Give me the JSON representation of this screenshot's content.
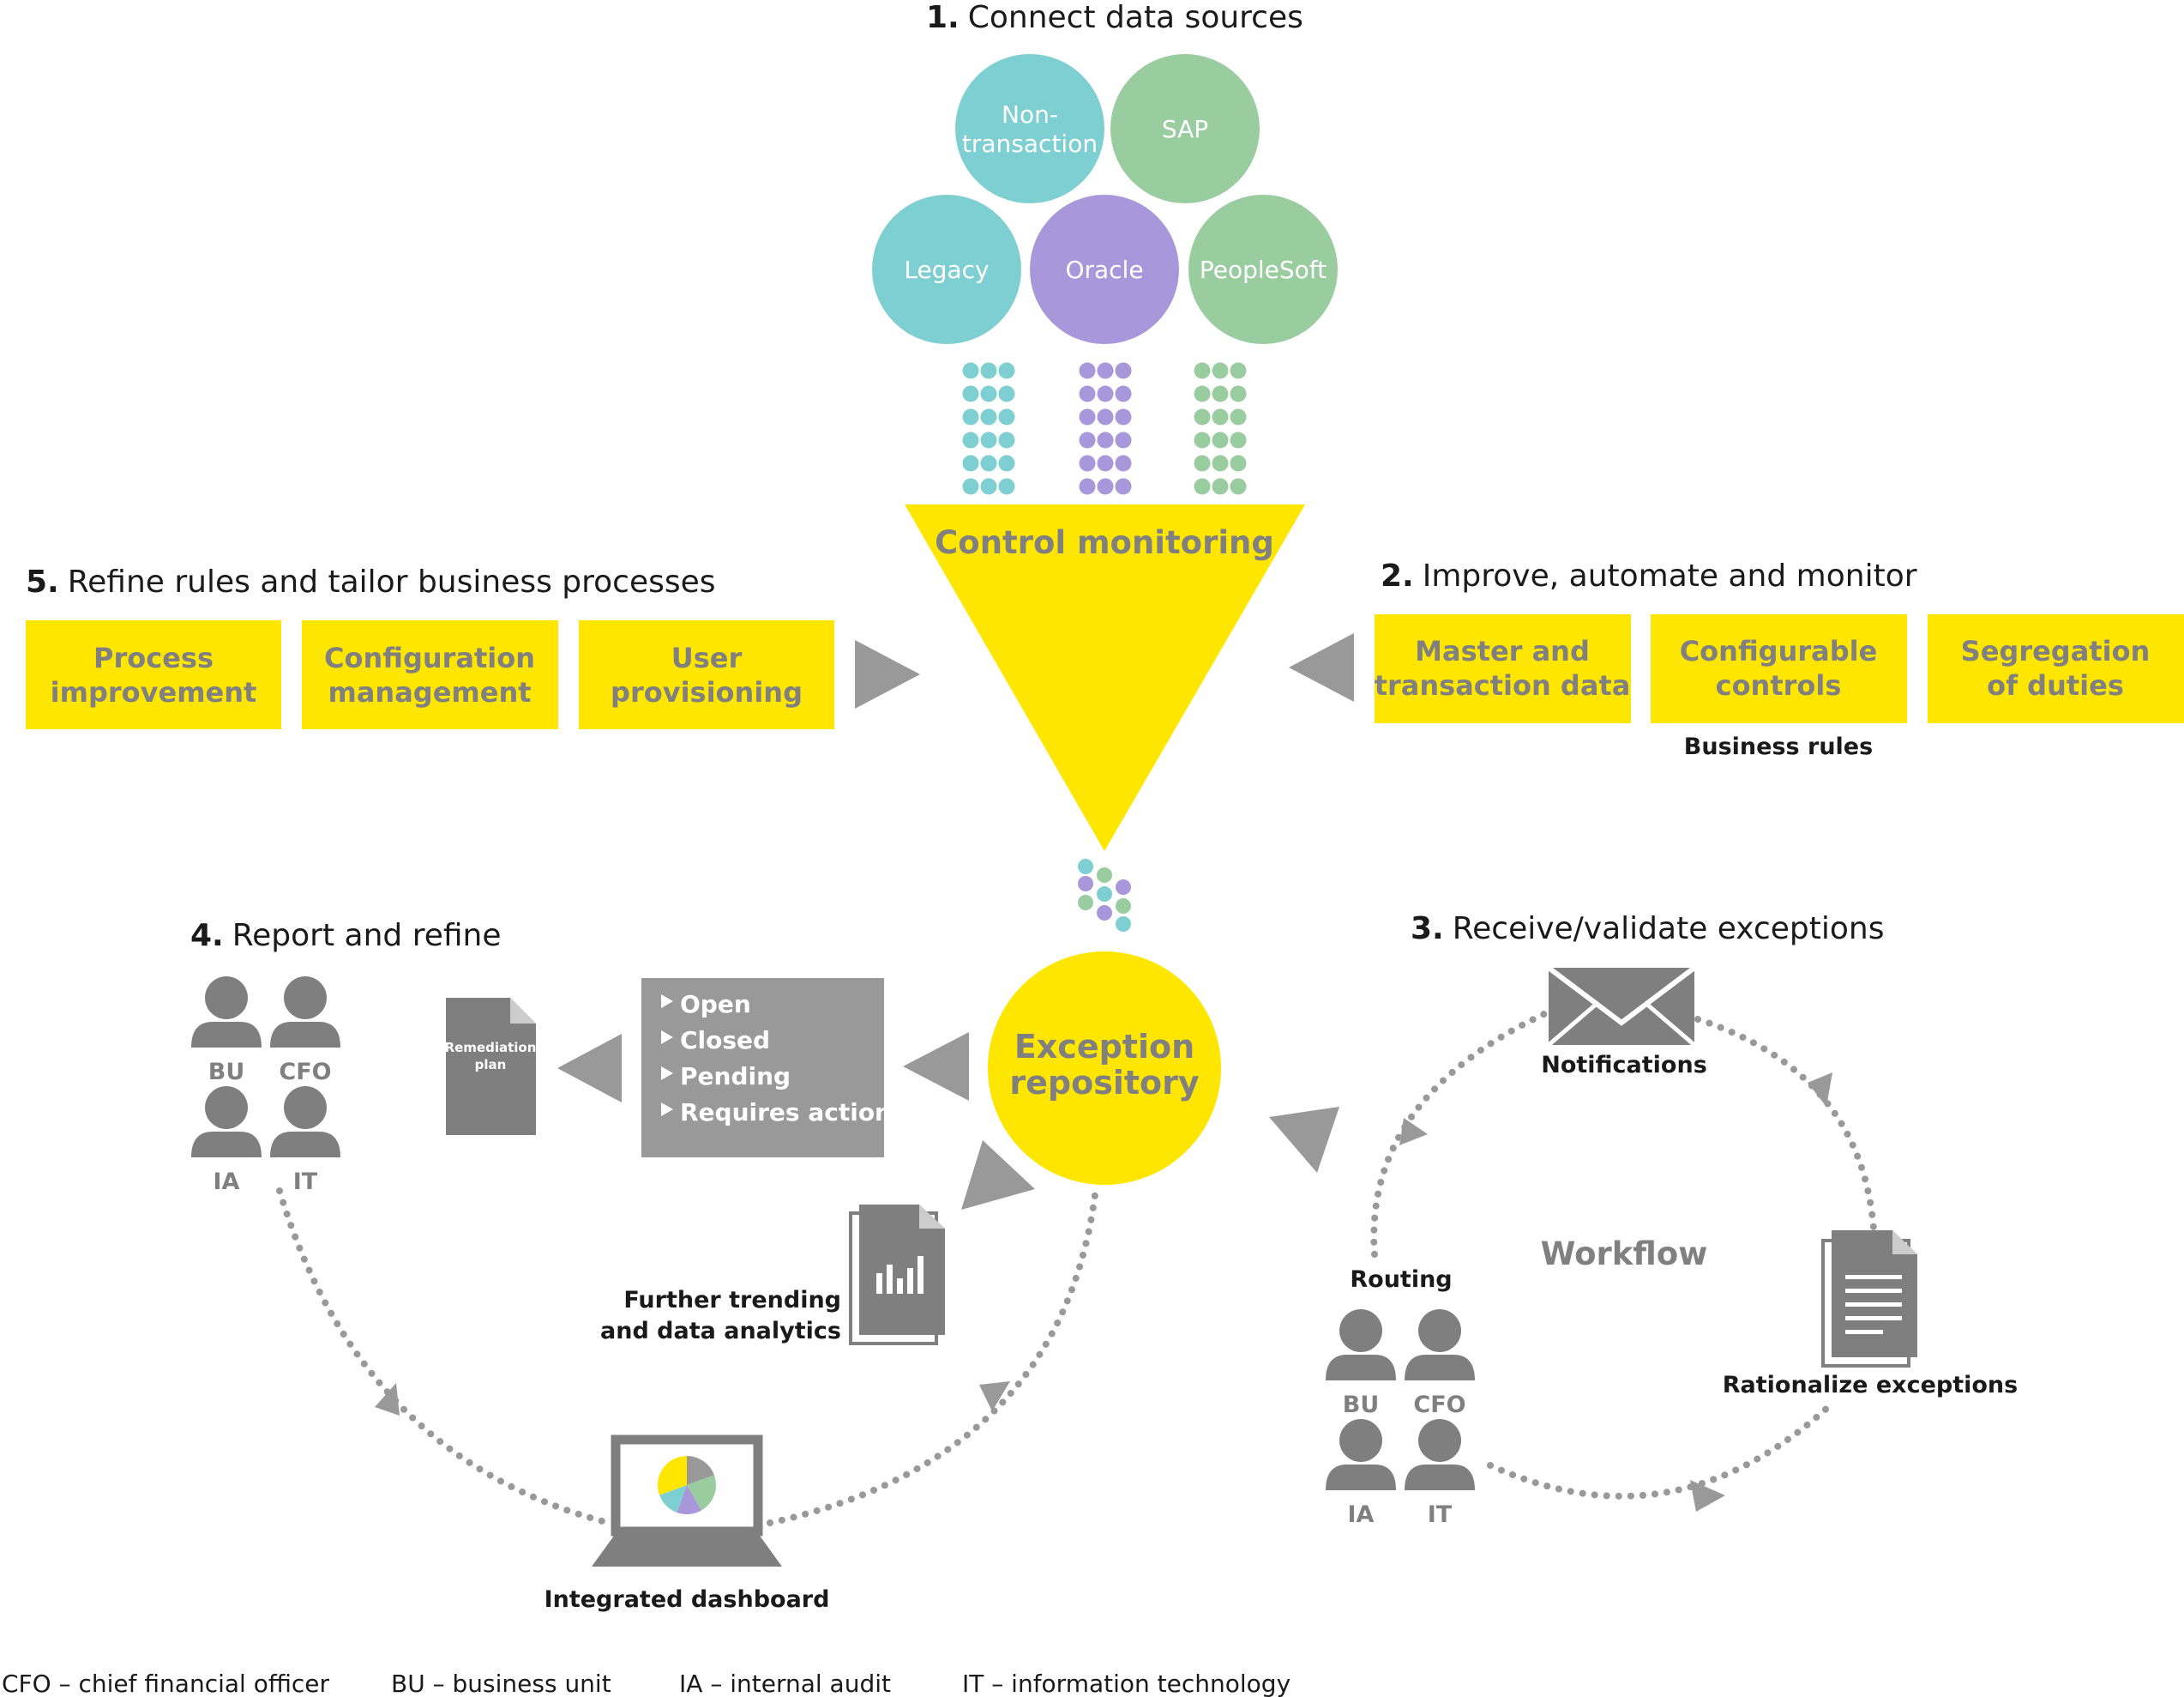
{
  "steps": {
    "s1": {
      "num": "1.",
      "text": "Connect data sources"
    },
    "s2": {
      "num": "2.",
      "text": "Improve, automate and monitor"
    },
    "s3": {
      "num": "3.",
      "text": "Receive/validate exceptions"
    },
    "s4": {
      "num": "4.",
      "text": "Report and refine"
    },
    "s5": {
      "num": "5.",
      "text": "Refine rules and tailor business processes"
    }
  },
  "sources": [
    {
      "lines": [
        "Non-",
        "transaction"
      ],
      "color": "#7ecfd2"
    },
    {
      "lines": [
        "SAP"
      ],
      "color": "#99cc9f"
    },
    {
      "lines": [
        "Legacy"
      ],
      "color": "#7ecfd2"
    },
    {
      "lines": [
        "Oracle"
      ],
      "color": "#a997db"
    },
    {
      "lines": [
        "PeopleSoft"
      ],
      "color": "#99cc9f"
    }
  ],
  "funnel_label": "Control monitoring",
  "refine_boxes": [
    {
      "lines": [
        "Process",
        "improvement"
      ]
    },
    {
      "lines": [
        "Configuration",
        "management"
      ]
    },
    {
      "lines": [
        "User",
        "provisioning"
      ]
    }
  ],
  "improve_boxes": [
    {
      "lines": [
        "Master and",
        "transaction data"
      ]
    },
    {
      "lines": [
        "Configurable",
        "controls"
      ]
    },
    {
      "lines": [
        "Segregation",
        "of duties"
      ]
    }
  ],
  "business_rules_label": "Business rules",
  "exception_repository": [
    "Exception",
    "repository"
  ],
  "status_list": [
    "Open",
    "Closed",
    "Pending",
    "Requires action"
  ],
  "remediation_plan": [
    "Remediation",
    "plan"
  ],
  "trending_label": [
    "Further trending",
    "and data analytics"
  ],
  "dashboard_label": "Integrated dashboard",
  "people_labels": [
    "BU",
    "CFO",
    "IA",
    "IT"
  ],
  "workflow": {
    "center": "Workflow",
    "notifications": "Notifications",
    "routing": "Routing",
    "rationalize": "Rationalize exceptions"
  },
  "legend": [
    "CFO – chief financial officer",
    "BU – business unit",
    "IA – internal audit",
    "IT – information technology"
  ],
  "colors": {
    "yellow": "#ffe600",
    "gray": "#999999",
    "dark_gray": "#7f7f7f",
    "text_gray": "#808080",
    "teal": "#7ecfd2",
    "green": "#99cc9f",
    "purple": "#a997db"
  }
}
